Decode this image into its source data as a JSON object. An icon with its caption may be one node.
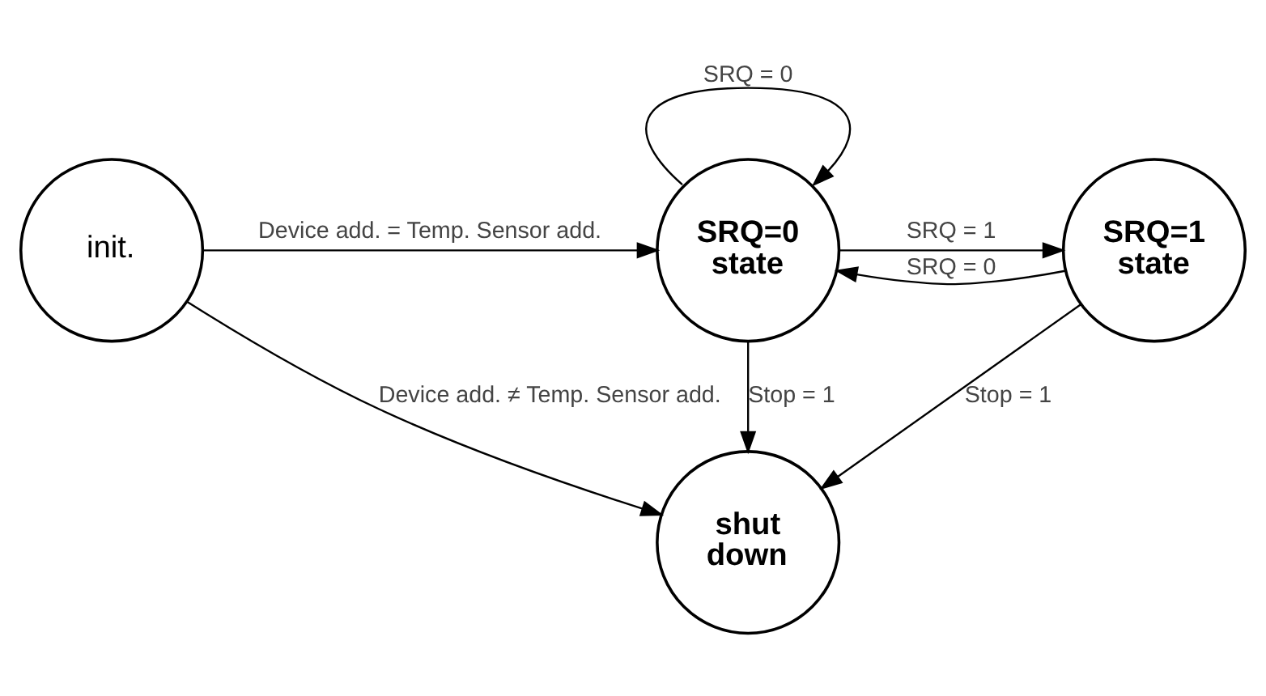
{
  "diagram": {
    "nodes": [
      {
        "text": [
          "init."
        ]
      },
      {
        "text": [
          "SRQ=0 state"
        ]
      },
      {
        "text": [
          "SRQ=1 state"
        ]
      },
      {
        "text": [
          "shut down"
        ]
      }
    ],
    "edges": [
      {
        "from": 0,
        "to": 1,
        "arrow": "to",
        "label": "Device add. = Temp. Sensor add."
      },
      {
        "from": 1,
        "to": 1,
        "arrow": "to",
        "label": "SRQ = 0"
      },
      {
        "from": 1,
        "to": 2,
        "arrow": "to",
        "label": "SRQ = 1"
      },
      {
        "from": 2,
        "to": 1,
        "arrow": "to",
        "label": "SRQ = 0"
      },
      {
        "from": 0,
        "to": 3,
        "arrow": "to",
        "label": "Device add. ≠ Temp. Sensor add."
      },
      {
        "from": 1,
        "to": 3,
        "arrow": "to",
        "label": "Stop = 1"
      },
      {
        "from": 2,
        "to": 3,
        "arrow": "to",
        "label": "Stop = 1"
      }
    ]
  }
}
